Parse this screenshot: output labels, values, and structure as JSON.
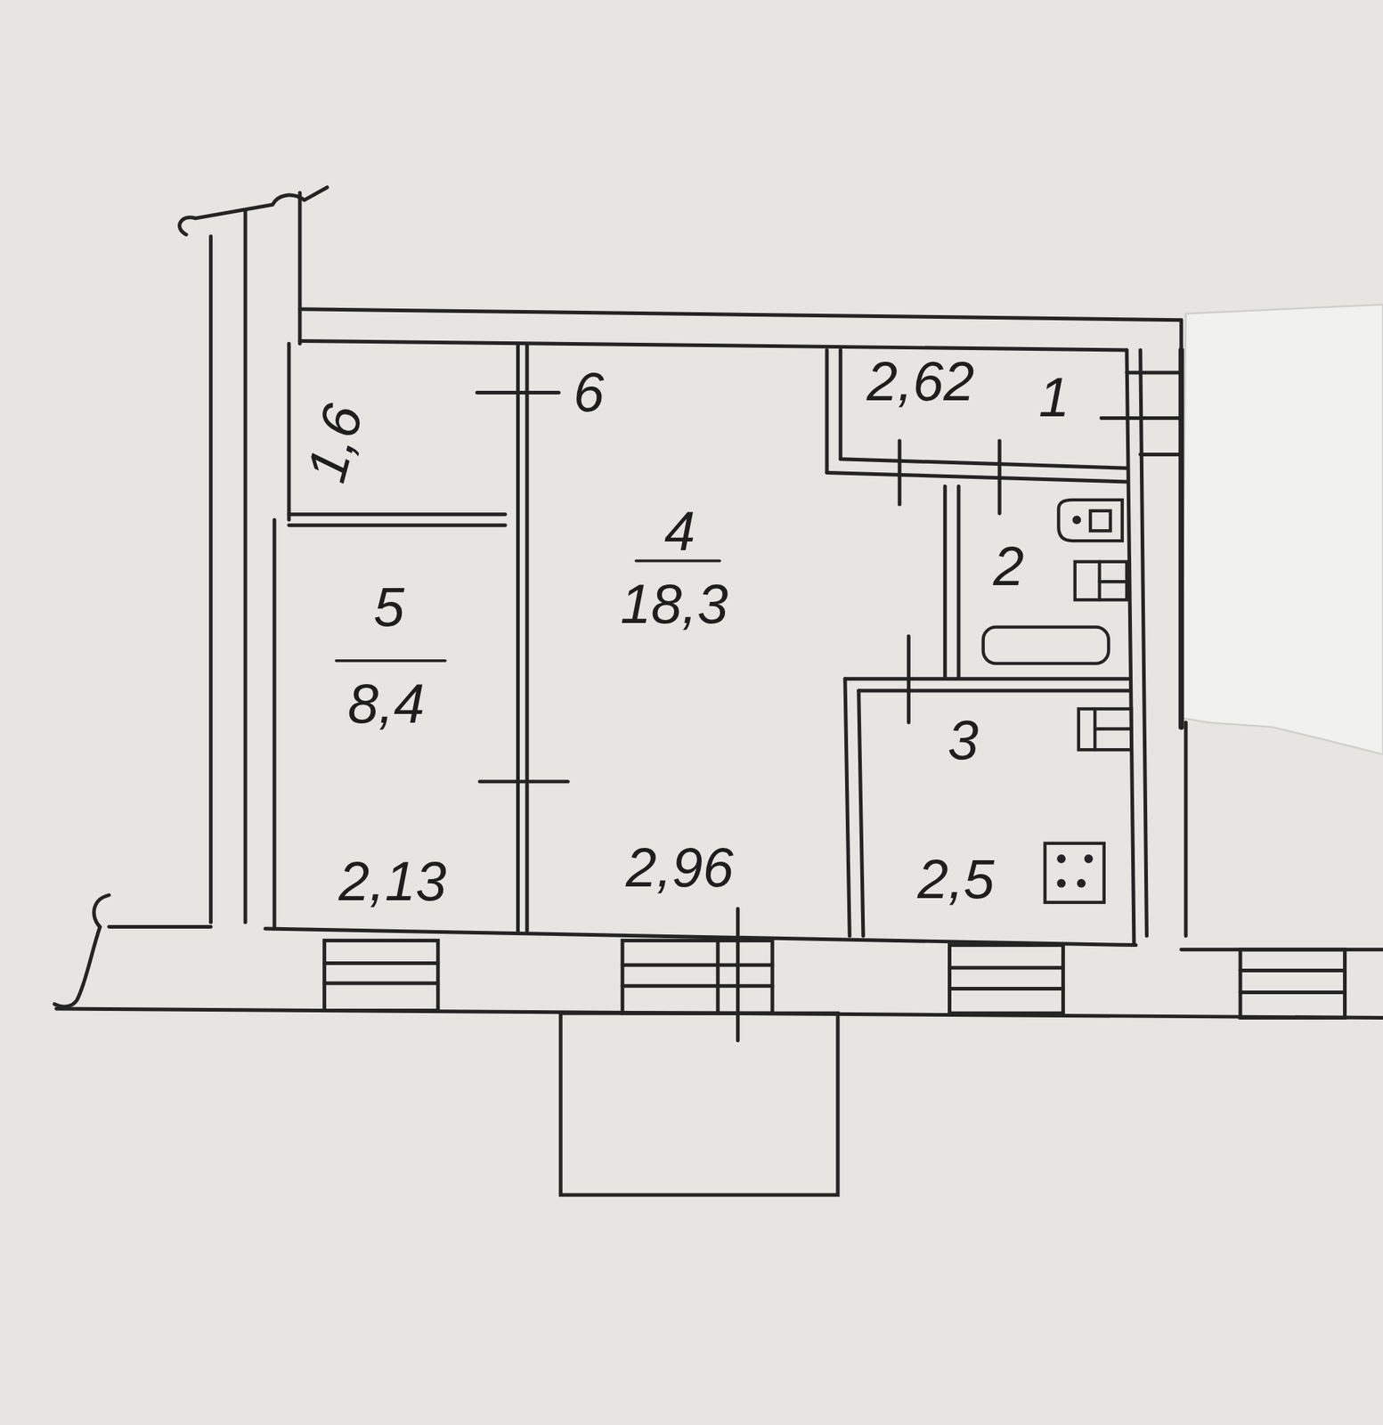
{
  "diagram": {
    "labels": [
      "1,6",
      "6",
      "2,62",
      "1",
      "2",
      "4",
      "18,3",
      "5",
      "8,4",
      "3",
      "2,13",
      "2,96",
      "2,5"
    ]
  }
}
